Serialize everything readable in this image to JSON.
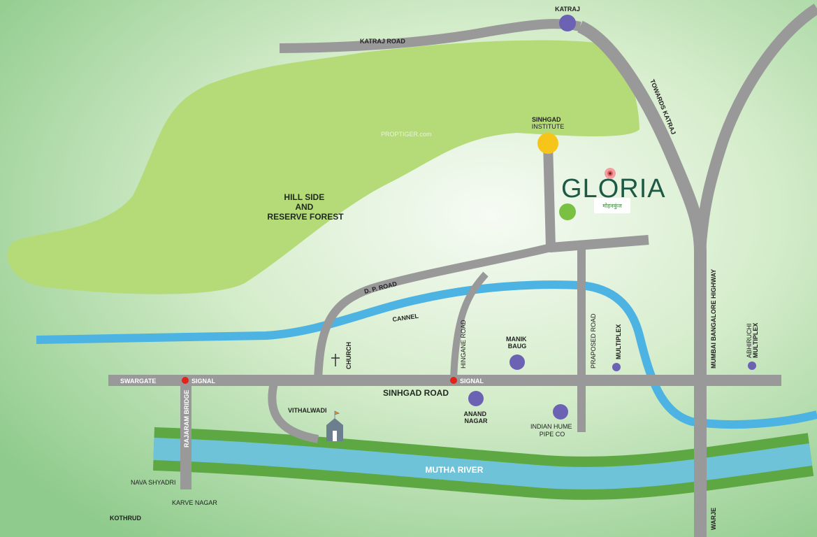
{
  "map": {
    "watermark": "PROPTIGER.com",
    "forest_label": [
      "HILL SIDE",
      "AND",
      "RESERVE FOREST"
    ],
    "project": {
      "name": "GLORIA",
      "sub_logo": "मोहनकुंज"
    },
    "roads": {
      "katraj_road": "KATRAJ ROAD",
      "towards_katraj": "TOWARDS KATRAJ",
      "dp_road": "D. P. ROAD",
      "cannel": "CANNEL",
      "hingane_road": "HINGANE ROAD",
      "praposed_road": "PRAPOSED ROAD",
      "highway": "MUMBAI BANGALORE HIGHWAY",
      "sinhgad_road": "SINHGAD  ROAD",
      "rajaram_bridge": "RAJARAM BRIDGE",
      "river": "MUTHA RIVER"
    },
    "places": {
      "katraj": "KATRAJ",
      "sinhgad_institute": [
        "SINHGAD",
        "INSTITUTE"
      ],
      "church": "CHURCH",
      "manik_baug": [
        "MANIK",
        "BAUG"
      ],
      "multiplex": "MULTIPLEX",
      "abhiruchi": [
        "ABHIRUCHI",
        "MULTIPLEX"
      ],
      "swargate": "SWARGATE",
      "signal": "SIGNAL",
      "vithalwadi": "VITHALWADI",
      "anand_nagar": [
        "ANAND",
        "NAGAR"
      ],
      "indian_hume": [
        "INDIAN HUME",
        "PIPE CO"
      ],
      "nava_shyadri": "NAVA SHYADRI",
      "karve_nagar": "KARVE NAGAR",
      "kothrud": "KOTHRUD",
      "warje": "WARJE"
    },
    "colors": {
      "road": "#999999",
      "forest": "#b4db78",
      "canal": "#4db3e3",
      "river_bank": "#5ea843",
      "river_water": "#6ec3d8",
      "landmark": "#6b62b4",
      "institute": "#f7c51a",
      "project_dot": "#7ac143",
      "signal": "#e2231a",
      "brand": "#1d5a45"
    }
  }
}
